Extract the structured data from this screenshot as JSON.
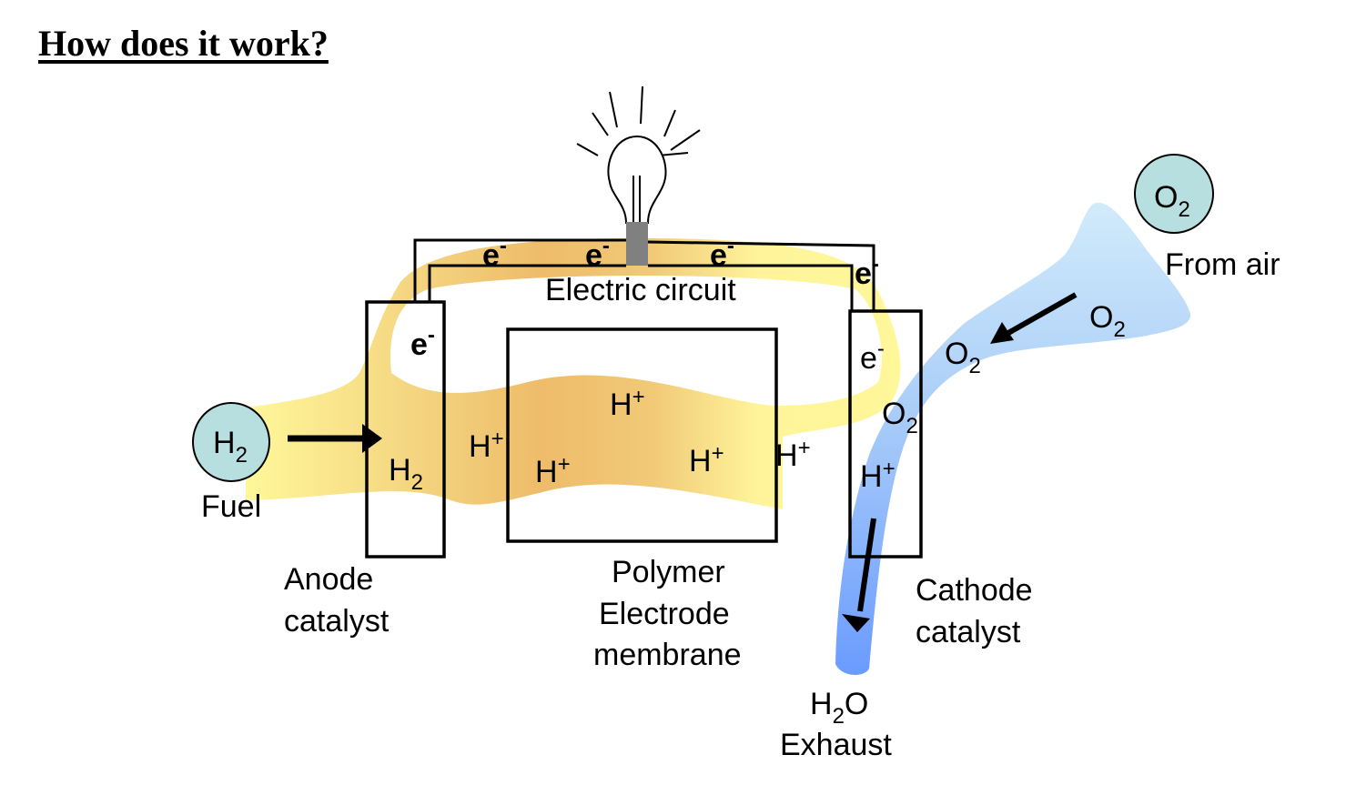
{
  "title": "How does it work?",
  "colors": {
    "fuel_band_light": "#fff79a",
    "fuel_band_dark": "#eebc6a",
    "air_band_light": "#cfe8fb",
    "air_band_dark": "#6b9cff",
    "molecule_fill": "#b8dfe0",
    "bulb_base": "#808080"
  },
  "inputs": {
    "fuel": {
      "molecule": "H",
      "sub": "2",
      "label": "Fuel"
    },
    "air": {
      "molecule": "O",
      "sub": "2",
      "label": "From air"
    }
  },
  "circuit": {
    "label": "Electric circuit",
    "electrons": [
      {
        "base": "e",
        "sup": "-"
      },
      {
        "base": "e",
        "sup": "-"
      },
      {
        "base": "e",
        "sup": "-"
      },
      {
        "base": "e",
        "sup": "-"
      }
    ]
  },
  "anode": {
    "label_line1": "Anode",
    "label_line2": "catalyst",
    "electron": {
      "base": "e",
      "sup": "-"
    },
    "h2": {
      "base": "H",
      "sub": "2"
    }
  },
  "membrane": {
    "label_line1": "Polymer",
    "label_line2": "Electrode",
    "label_line3": "membrane",
    "protons": [
      {
        "base": "H",
        "sup": "+"
      },
      {
        "base": "H",
        "sup": "+"
      },
      {
        "base": "H",
        "sup": "+"
      },
      {
        "base": "H",
        "sup": "+"
      },
      {
        "base": "H",
        "sup": "+"
      }
    ]
  },
  "cathode": {
    "label_line1": "Cathode",
    "label_line2": "catalyst",
    "electron": {
      "base": "e",
      "sup": "-"
    },
    "o2": {
      "base": "O",
      "sub": "2"
    },
    "proton": {
      "base": "H",
      "sup": "+"
    }
  },
  "air_flow": {
    "o2_a": {
      "base": "O",
      "sub": "2"
    },
    "o2_b": {
      "base": "O",
      "sub": "2"
    }
  },
  "exhaust": {
    "molecule_a": "H",
    "sub": "2",
    "molecule_b": "O",
    "label": "Exhaust"
  }
}
